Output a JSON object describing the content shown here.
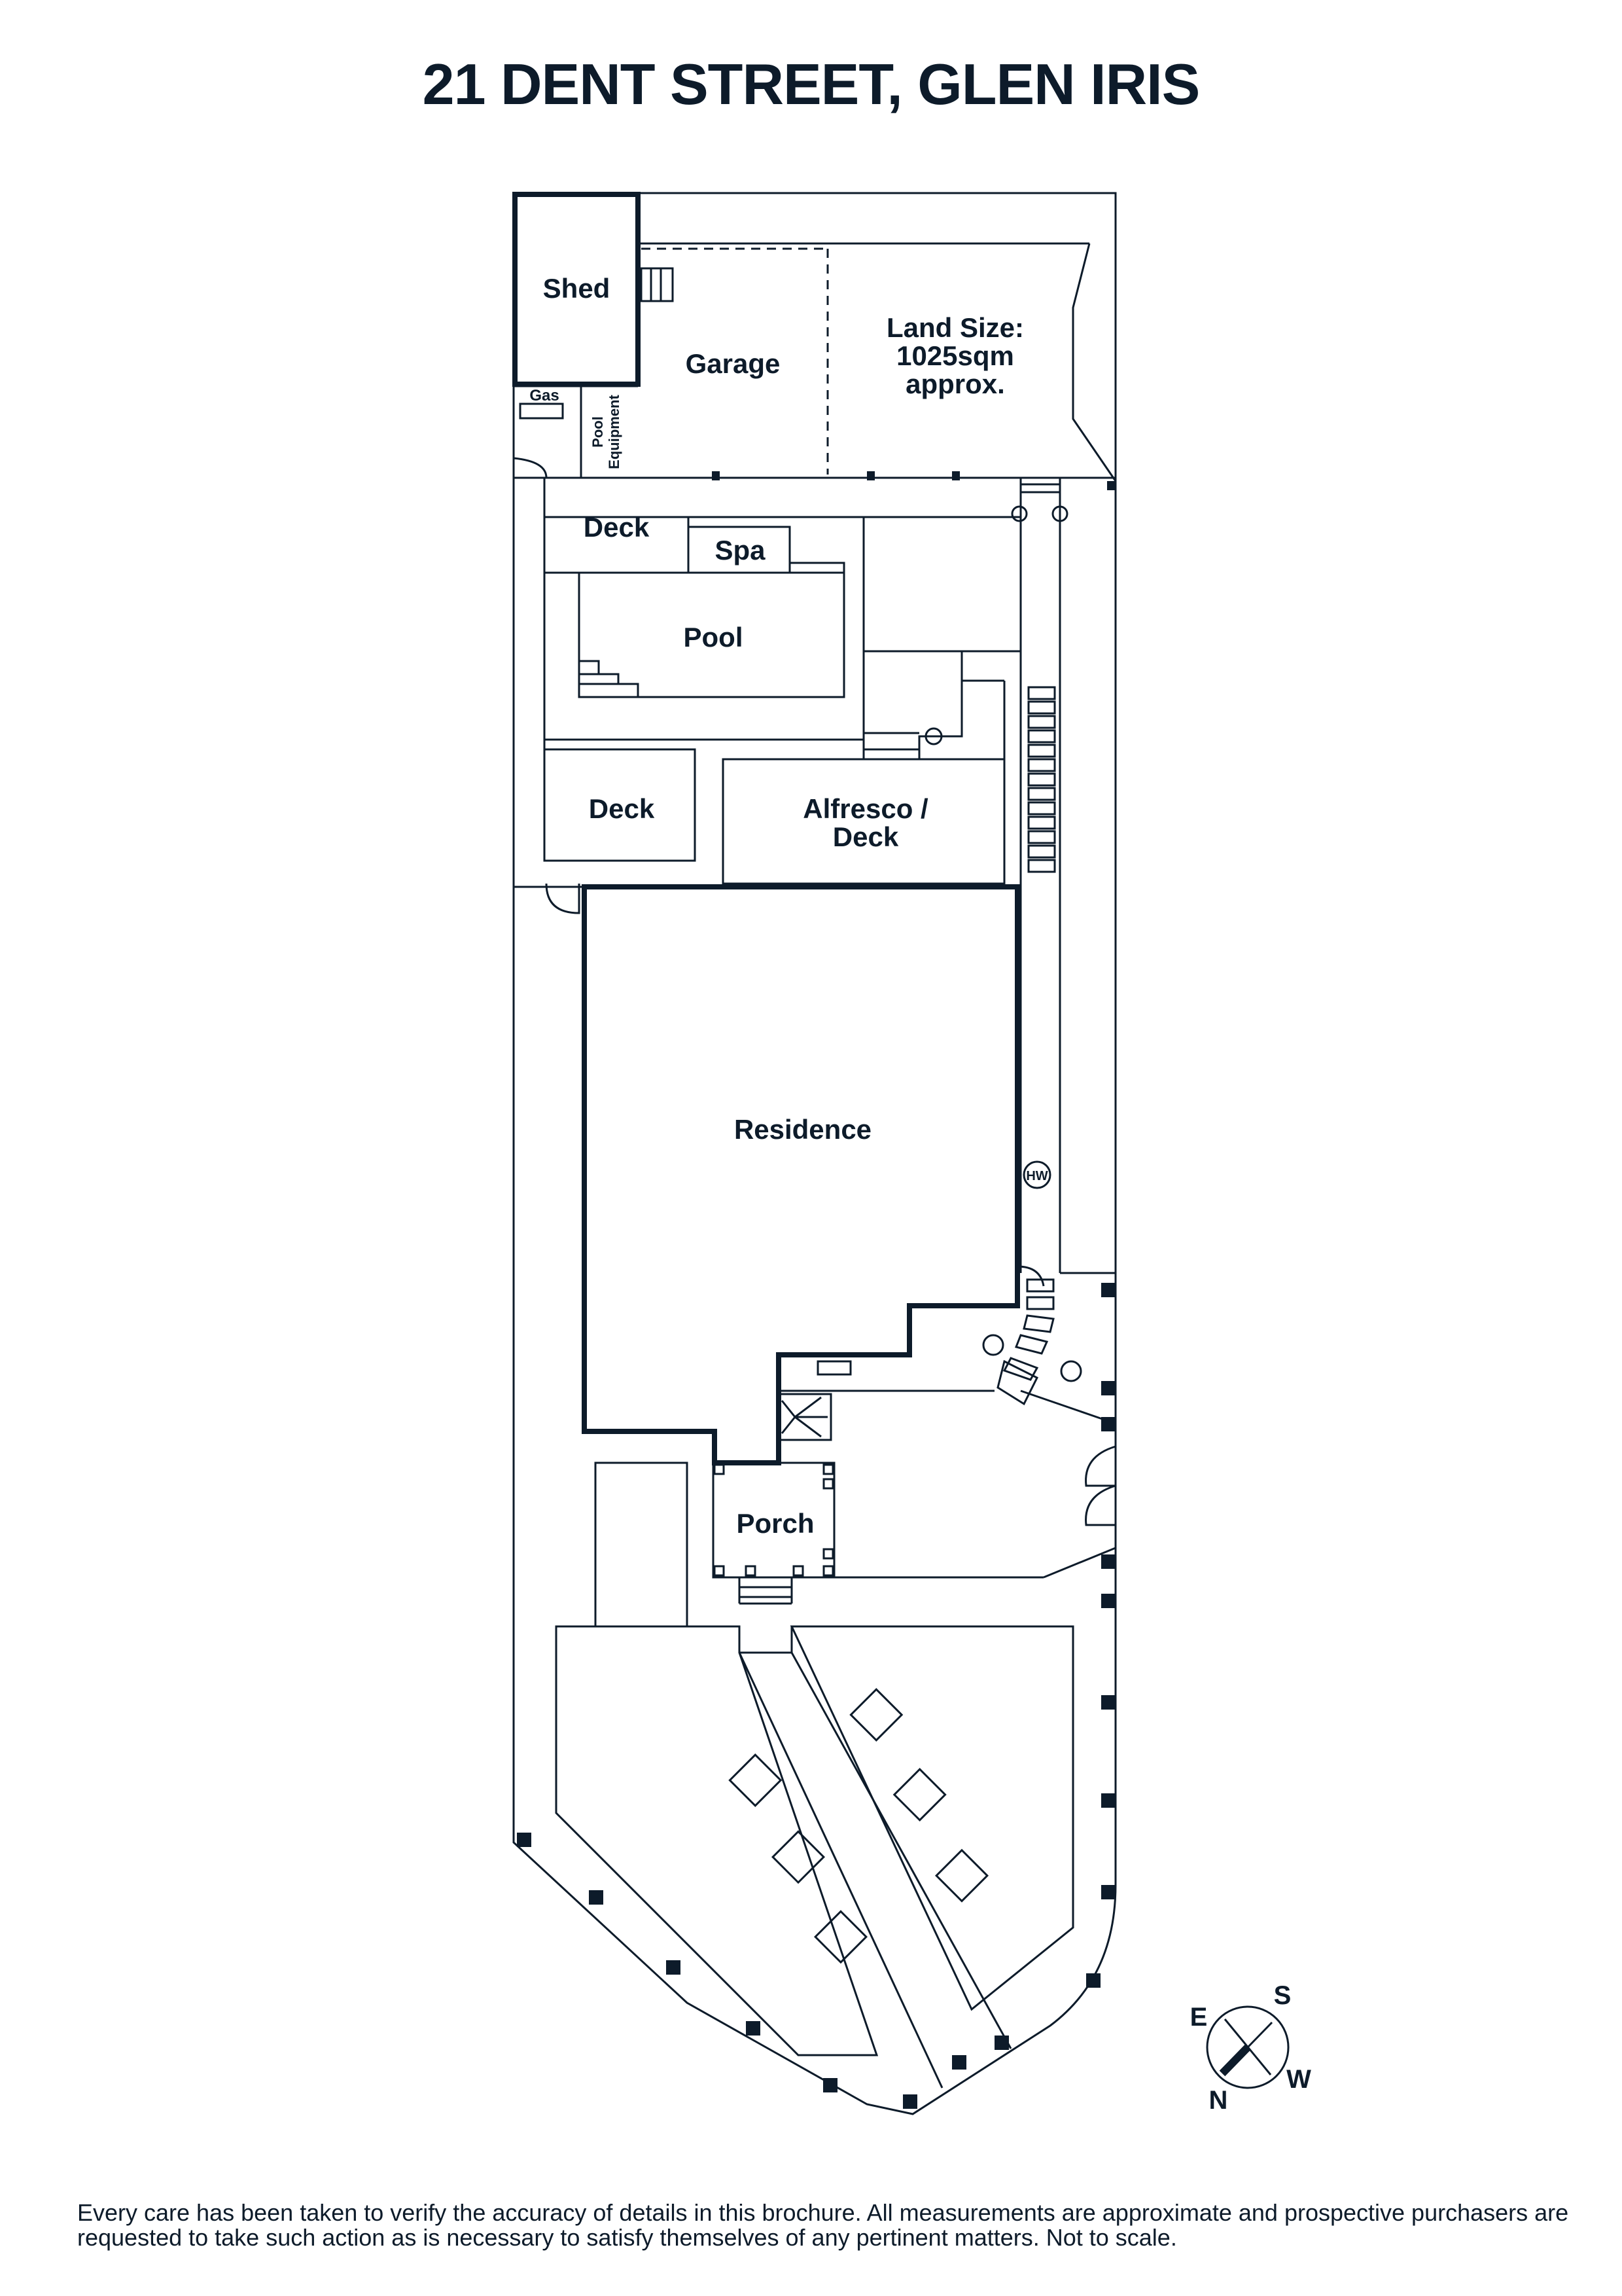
{
  "title": "21 DENT STREET, GLEN IRIS",
  "rooms": {
    "shed": "Shed",
    "gas": "Gas",
    "pool_equipment_1": "Pool",
    "pool_equipment_2": "Equipment",
    "garage": "Garage",
    "land_size_1": "Land Size:",
    "land_size_2": "1025sqm",
    "land_size_3": "approx.",
    "deck_top": "Deck",
    "spa": "Spa",
    "pool": "Pool",
    "deck_mid": "Deck",
    "alfresco_1": "Alfresco /",
    "alfresco_2": "Deck",
    "residence": "Residence",
    "hw": "HW",
    "porch": "Porch"
  },
  "compass": {
    "e": "E",
    "s": "S",
    "w": "W",
    "n": "N"
  },
  "disclaimer": "Every care has been taken to verify the accuracy of details in this brochure. All measurements are approximate and prospective purchasers are requested to take such action as is necessary to satisfy themselves of any pertinent matters. Not to scale.",
  "colors": {
    "ink": "#0d1b2a",
    "background": "#ffffff"
  }
}
